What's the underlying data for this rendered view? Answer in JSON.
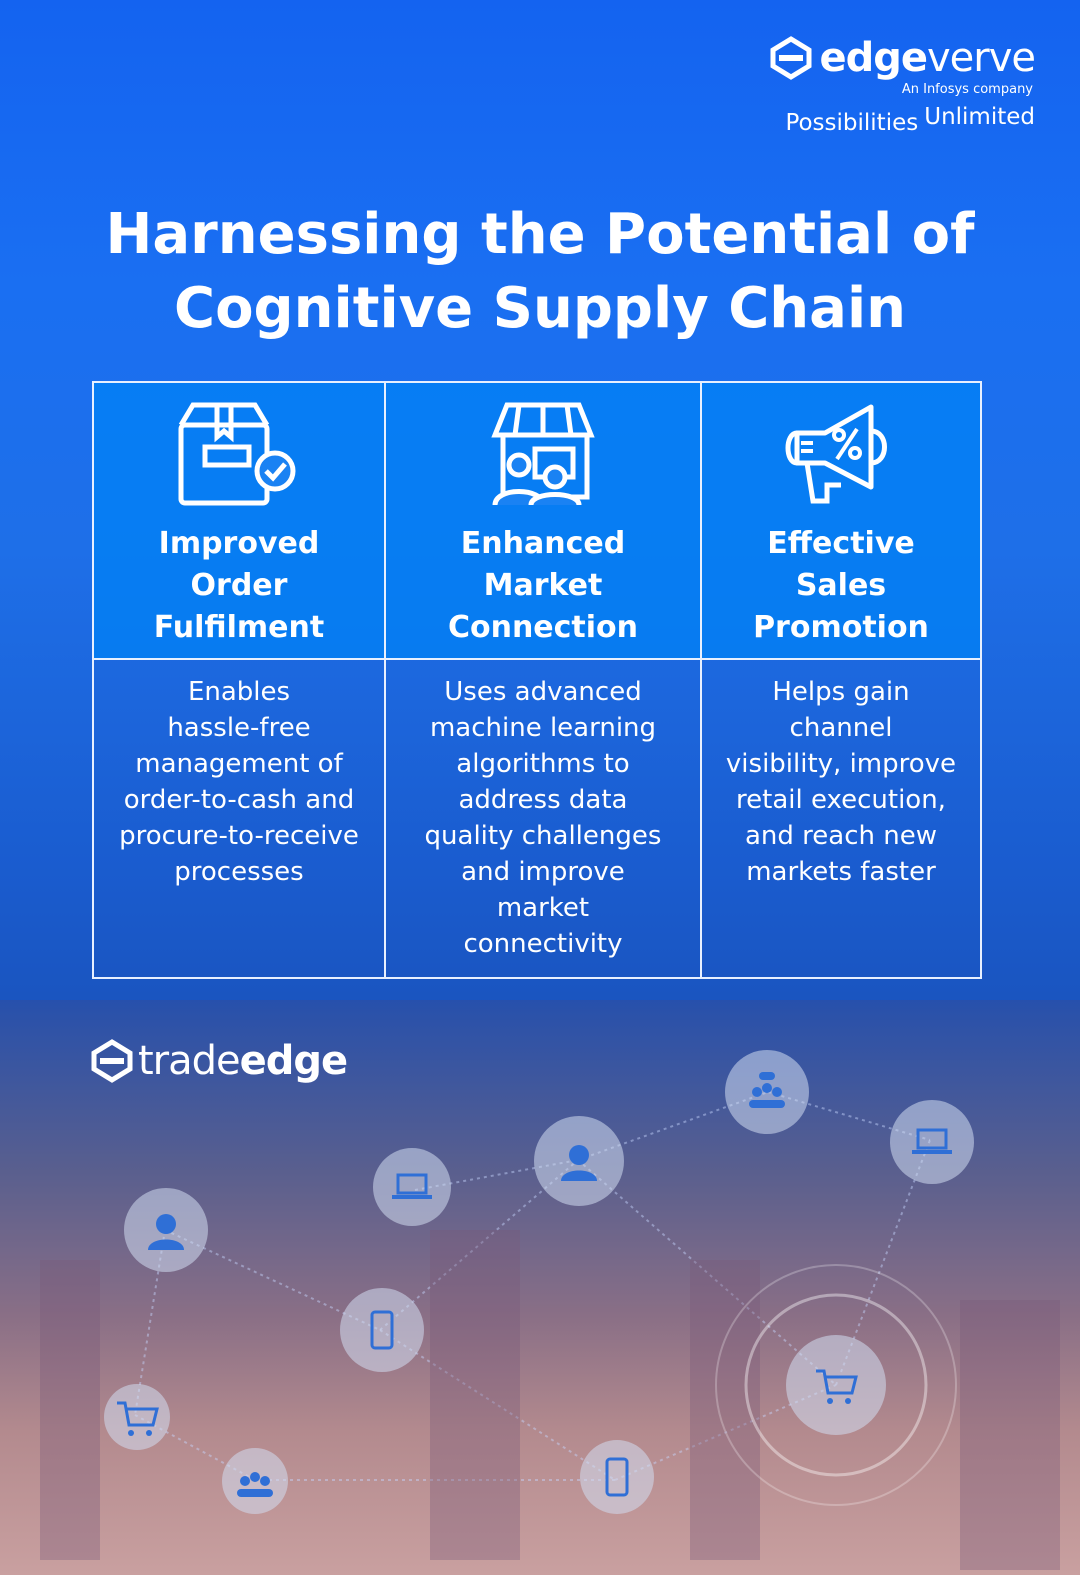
{
  "brand": {
    "name_bold": "edge",
    "name_light": "verve",
    "subtitle": "An Infosys company",
    "tagline_1": "Possibilities",
    "tagline_2": "Unlimited"
  },
  "title_line1": "Harnessing the Potential of",
  "title_line2": "Cognitive Supply Chain",
  "columns": [
    {
      "icon": "box-check-icon",
      "heading": [
        "Improved",
        "Order",
        "Fulfilment"
      ],
      "description": [
        "Enables",
        "hassle-free",
        "management of",
        "order-to-cash and",
        "procure-to-receive",
        "processes"
      ]
    },
    {
      "icon": "storefront-people-icon",
      "heading": [
        "Enhanced",
        "Market",
        "Connection"
      ],
      "description": [
        "Uses advanced",
        "machine learning",
        "algorithms to",
        "address data",
        "quality challenges",
        "and improve",
        "market",
        "connectivity"
      ]
    },
    {
      "icon": "megaphone-percent-icon",
      "heading": [
        "Effective",
        "Sales",
        "Promotion"
      ],
      "description": [
        "Helps gain channel",
        "visibility, improve",
        "retail execution,",
        "and reach new",
        "markets faster"
      ]
    }
  ],
  "product": {
    "name_light": "trade",
    "name_bold": "edge"
  },
  "colors": {
    "background_top": "#1463f0",
    "background_mid": "#1a5ccf",
    "cell_header": "#0a84f5",
    "border": "#e8f0ff"
  }
}
